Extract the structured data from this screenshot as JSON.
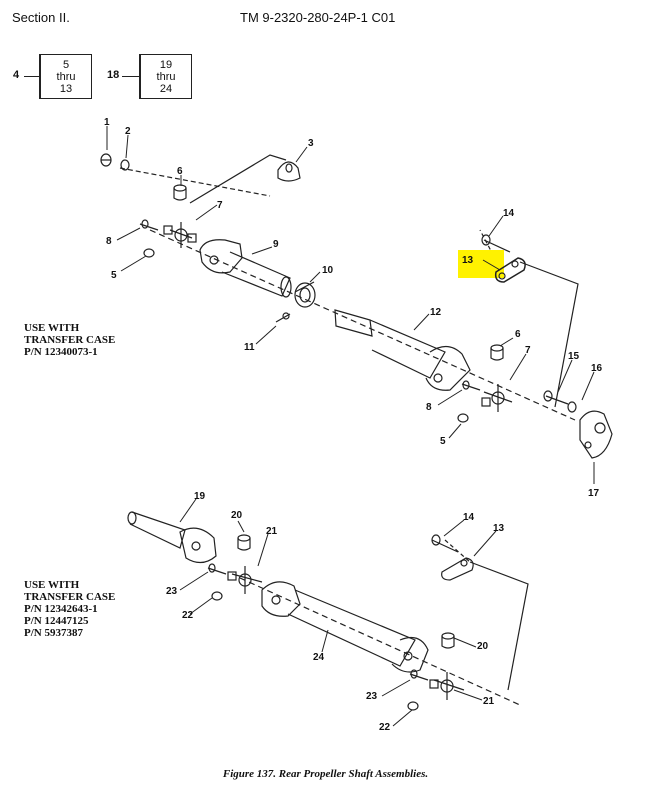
{
  "header": {
    "section": "Section II.",
    "doc_id": "TM 9-2320-280-24P-1  C01"
  },
  "index_boxes": [
    {
      "ref": "4",
      "lines": [
        "5",
        "thru",
        "13"
      ]
    },
    {
      "ref": "18",
      "lines": [
        "19",
        "thru",
        "24"
      ]
    }
  ],
  "notes": [
    "USE WITH\nTRANSFER CASE\nP/N 12340073-1",
    "USE WITH\nTRANSFER CASE\nP/N 12342643-1\nP/N 12447125\nP/N 5937387"
  ],
  "callouts": {
    "c1": "1",
    "c2": "2",
    "c3": "3",
    "c6a": "6",
    "c7a": "7",
    "c8a": "8",
    "c5a": "5",
    "c9": "9",
    "c10": "10",
    "c11": "11",
    "c12": "12",
    "c13a": "13",
    "c14a": "14",
    "c6b": "6",
    "c7b": "7",
    "c8b": "8",
    "c5b": "5",
    "c15": "15",
    "c16": "16",
    "c17": "17",
    "c19": "19",
    "c20a": "20",
    "c21a": "21",
    "c23a": "23",
    "c22a": "22",
    "c14b": "14",
    "c13b": "13",
    "c24": "24",
    "c20b": "20",
    "c23b": "23",
    "c21b": "21",
    "c22b": "22"
  },
  "highlight_color": "#fff200",
  "caption": "Figure 137.  Rear Propeller Shaft Assemblies."
}
